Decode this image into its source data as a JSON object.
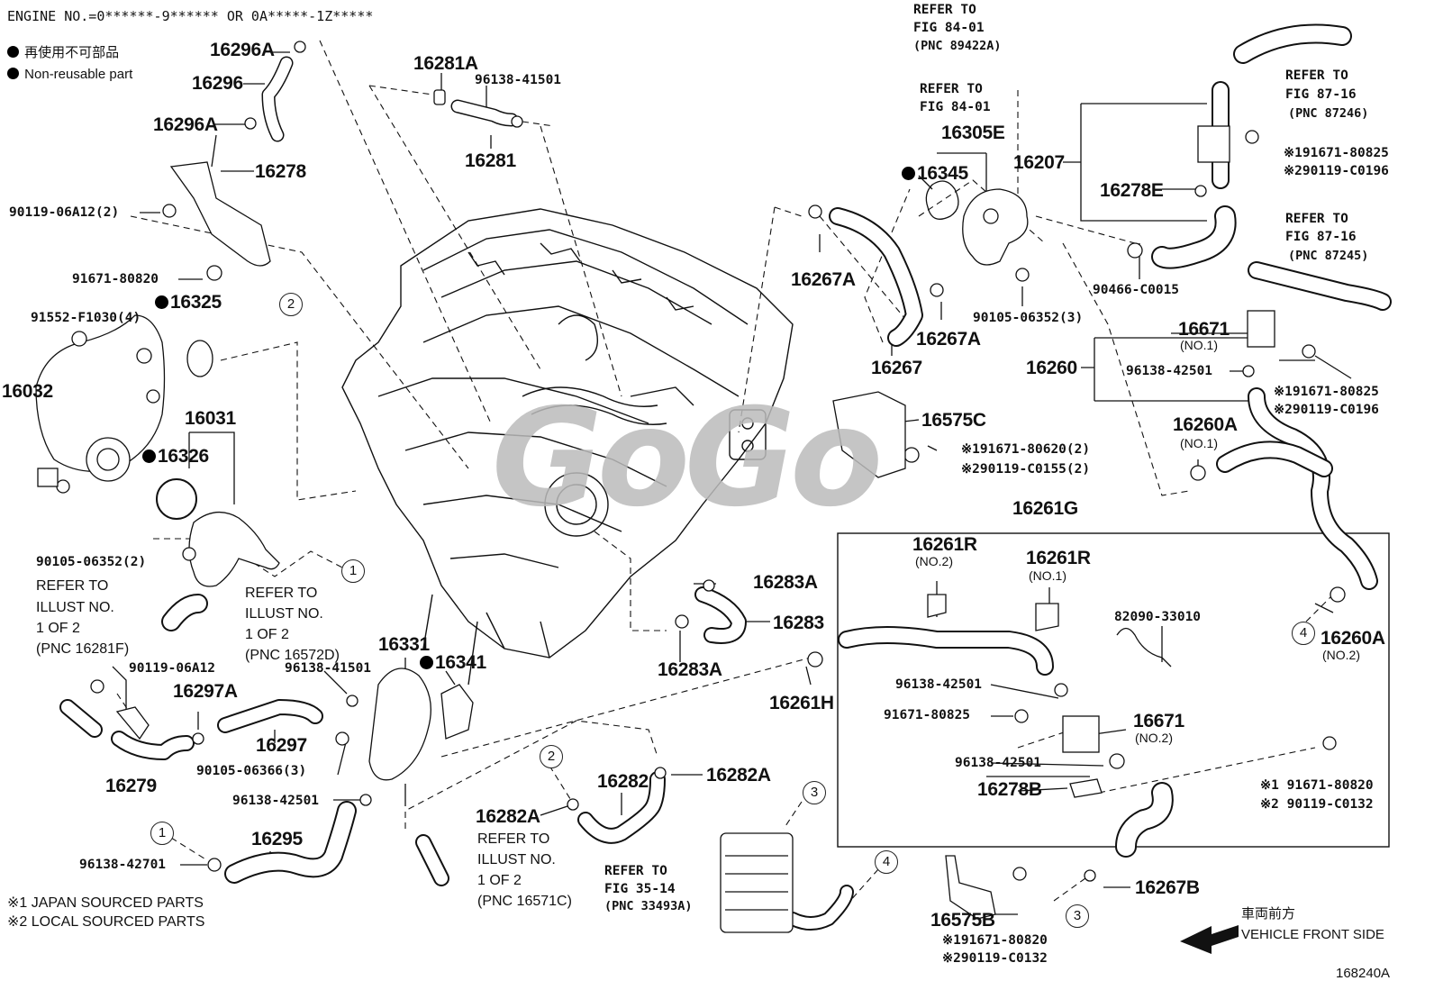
{
  "header": {
    "engine_note": "ENGINE NO.=0******-9****** OR 0A*****-1Z*****",
    "legend_jp": "再使用不可部品",
    "legend_en": "Non-reusable part"
  },
  "footnotes": {
    "note1": "※1 JAPAN SOURCED PARTS",
    "note2": "※2 LOCAL SOURCED PARTS"
  },
  "front": {
    "jp": "車両前方",
    "en": "VEHICLE FRONT SIDE"
  },
  "figure_id": "168240A",
  "watermark": "GoGo",
  "circles": [
    "1",
    "2",
    "3",
    "4"
  ],
  "parts": {
    "p16296A_top": "16296A",
    "p16296": "16296",
    "p16296A_bot": "16296A",
    "p16278": "16278",
    "p90119_06A12_2": "90119-06A12(2)",
    "p91671_80820": "91671-80820",
    "p16325": "16325",
    "p91552": "91552-F1030(4)",
    "p16032": "16032",
    "p16031": "16031",
    "p16326": "16326",
    "p90105_06352_2": "90105-06352(2)",
    "p16281A": "16281A",
    "p96138_41501_top": "96138-41501",
    "p16281": "16281",
    "p16345": "16345",
    "p16305E": "16305E",
    "p16207": "16207",
    "p16278E": "16278E",
    "p16267A_left": "16267A",
    "p16267A_mid": "16267A",
    "p16267": "16267",
    "p90466": "90466-C0015",
    "p90105_06352_3": "90105-06352(3)",
    "p16671": "16671",
    "p16671_sub": "(NO.1)",
    "p16260": "16260",
    "p96138_42501_right": "96138-42501",
    "p16260A": "16260A",
    "p16260A_sub": "(NO.1)",
    "p16260A2": "16260A",
    "p16260A2_sub": "(NO.2)",
    "p16575C": "16575C",
    "p16575C_b1": "※191671-80620(2)",
    "p16575C_b2": "※290119-C0155(2)",
    "p16261G": "16261G",
    "p16261R2": "16261R",
    "p16261R2_sub": "(NO.2)",
    "p16261R1": "16261R",
    "p16261R1_sub": "(NO.1)",
    "p82090": "82090-33010",
    "p96138_42501_box1": "96138-42501",
    "p91671_80825_box": "91671-80825",
    "p16671_2": "16671",
    "p16671_2_sub": "(NO.2)",
    "p96138_42501_box2": "96138-42501",
    "p16278B": "16278B",
    "p16283A_top": "16283A",
    "p16283": "16283",
    "p16283A_bot": "16283A",
    "p16261H": "16261H",
    "p90119_06A12": "90119-06A12",
    "p16297A": "16297A",
    "p16279": "16279",
    "p96138_41501_mid": "96138-41501",
    "p16297": "16297",
    "p16331": "16331",
    "p16341": "16341",
    "p90105_06366_3": "90105-06366(3)",
    "p96138_42501_low": "96138-42501",
    "p16295": "16295",
    "p96138_42701": "96138-42701",
    "p16282": "16282",
    "p16282A_right": "16282A",
    "p16282A_left": "16282A",
    "p16575B": "16575B",
    "p16575B_b1": "※191671-80820",
    "p16575B_b2": "※290119-C0132",
    "p16267B": "16267B",
    "p_right_b1": "※1 91671-80820",
    "p_right_b2": "※2 90119-C0132",
    "p_r191671_80825_a": "※191671-80825",
    "p_r290119_C0196_a": "※290119-C0196",
    "p_r191671_80825_b": "※191671-80825",
    "p_r290119_C0196_b": "※290119-C0196"
  },
  "refs": {
    "r84_01a_l1": "REFER TO",
    "r84_01a_l2": "FIG 84-01",
    "r84_01a_l3": "(PNC 89422A)",
    "r84_01b_l1": "REFER TO",
    "r84_01b_l2": "FIG 84-01",
    "r87_16a_l1": "REFER TO",
    "r87_16a_l2": "FIG 87-16",
    "r87_16a_l3": "(PNC 87246)",
    "r87_16b_l1": "REFER TO",
    "r87_16b_l2": "FIG 87-16",
    "r87_16b_l3": "(PNC 87245)",
    "rill_a_l1": "REFER TO",
    "rill_a_l2": "ILLUST NO.",
    "rill_a_l3": "1 OF 2",
    "rill_a_l4": "(PNC 16281F)",
    "rill_b_l1": "REFER TO",
    "rill_b_l2": "ILLUST NO.",
    "rill_b_l3": "1 OF 2",
    "rill_b_l4": "(PNC 16572D)",
    "rill_c_l1": "REFER TO",
    "rill_c_l2": "ILLUST NO.",
    "rill_c_l3": "1 OF 2",
    "rill_c_l4": "(PNC 16571C)",
    "r35_14_l1": "REFER TO",
    "r35_14_l2": "FIG 35-14",
    "r35_14_l3": "(PNC 33493A)"
  },
  "colors": {
    "line": "#111111",
    "watermark": "#bdbdbd",
    "background": "#ffffff"
  }
}
